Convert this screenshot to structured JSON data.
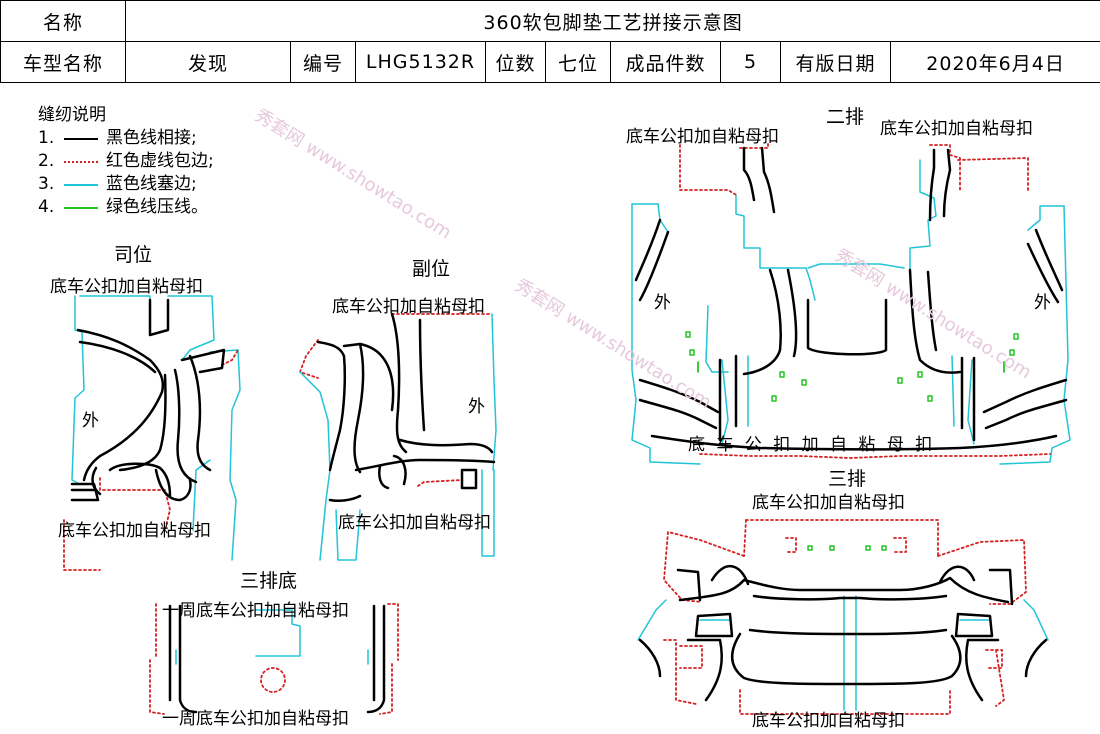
{
  "header": {
    "name_label": "名称",
    "name_value": "360软包脚垫工艺拼接示意图",
    "model_label": "车型名称",
    "model_value": "发现",
    "code_label": "编号",
    "code_value": "LHG5132R",
    "pos_label": "位数",
    "pos_value": "七位",
    "pieces_label": "成品件数",
    "pieces_value": "5",
    "date_label": "有版日期",
    "date_value": "2020年6月4日"
  },
  "legend": {
    "title": "缝纫说明",
    "items": [
      {
        "num": "1.",
        "text": "黑色线相接;",
        "color": "#000000",
        "style": "solid"
      },
      {
        "num": "2.",
        "text": "红色虚线包边;",
        "color": "#d42020",
        "style": "dotted"
      },
      {
        "num": "3.",
        "text": "蓝色线塞边;",
        "color": "#22c4d8",
        "style": "solid"
      },
      {
        "num": "4.",
        "text": "绿色线压线。",
        "color": "#22c422",
        "style": "solid"
      }
    ]
  },
  "sections": {
    "driver": "司位",
    "passenger": "副位",
    "row2": "二排",
    "row3": "三排",
    "row3_bottom": "三排底"
  },
  "labels": {
    "clip": "底车公扣加自粘母扣",
    "outer": "外",
    "spaced_clip": "底 车 公 扣 加 自 粘 母 扣",
    "around_clip": "一周底车公扣加自粘母扣"
  },
  "colors": {
    "black": "#000000",
    "red": "#d42020",
    "blue": "#22c4d8",
    "green": "#22c422"
  },
  "watermark": "秀套网 www.showtao.com"
}
